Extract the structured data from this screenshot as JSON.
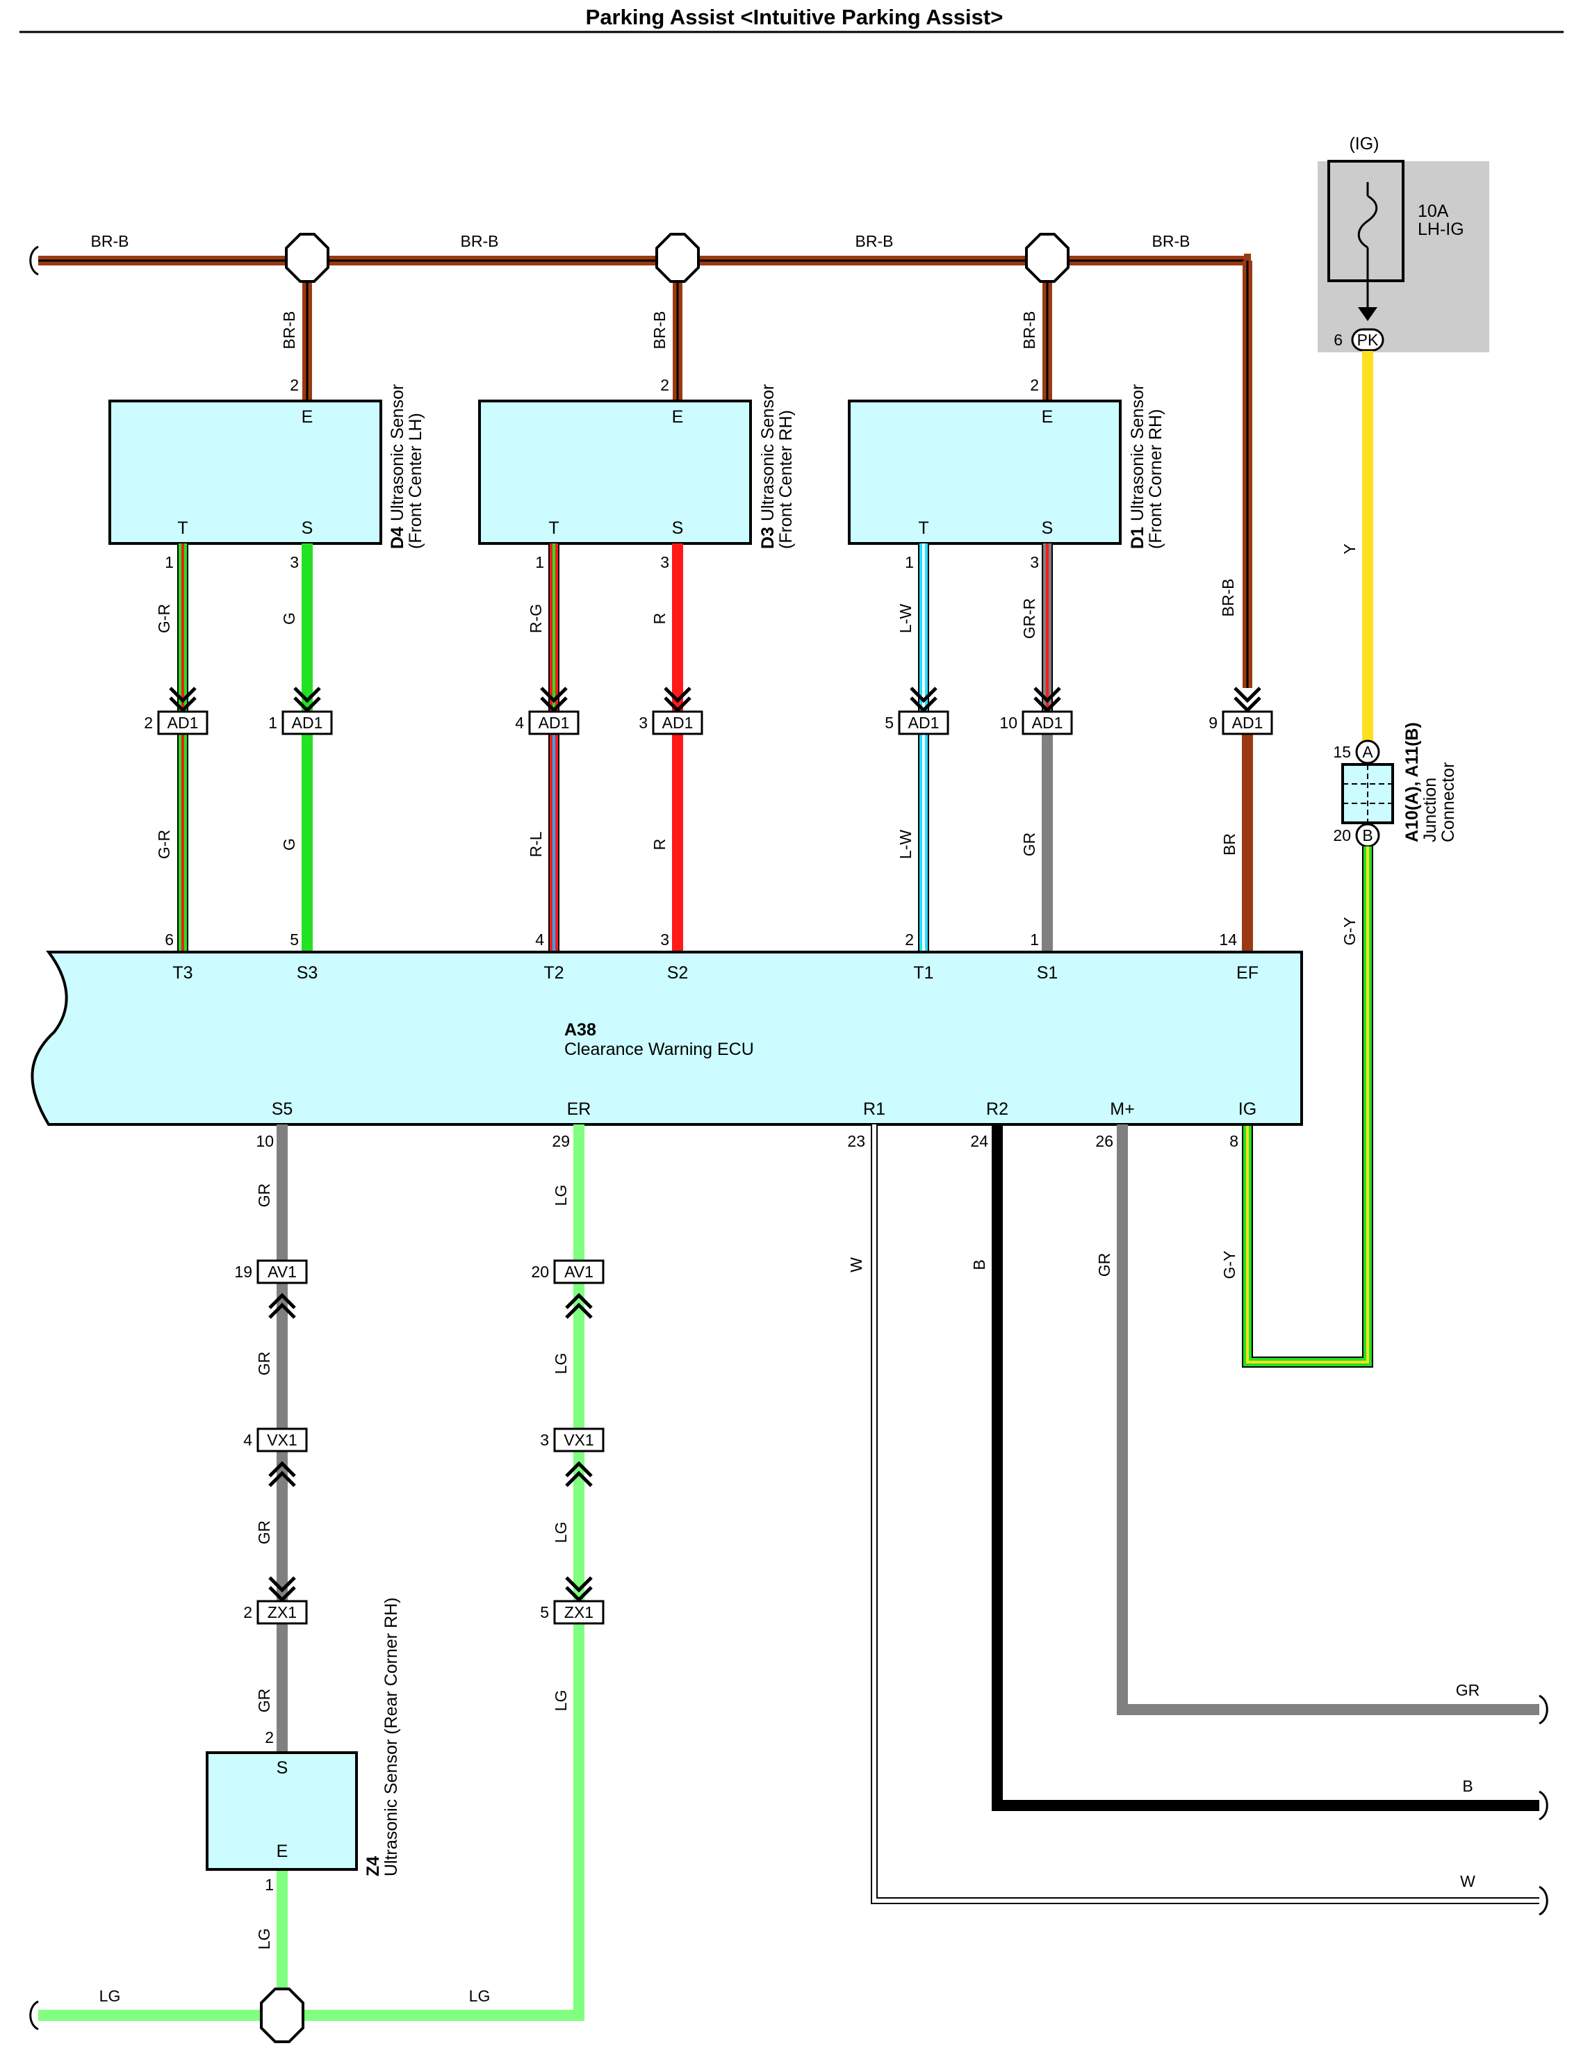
{
  "title": "Parking Assist <Intuitive Parking Assist>",
  "colors": {
    "BR": "#9a3a12",
    "G": "#22e222",
    "R": "#ff1a1a",
    "L": "#26ddff",
    "GR": "#808080",
    "Y": "#ffe020",
    "LG": "#80ff80",
    "W": "#ffffff",
    "B": "#000000",
    "box_fill": "#ccfcff",
    "fuse_bg": "#cccccc"
  },
  "fuse": {
    "group": "(IG)",
    "rating": "10A",
    "name": "LH-IG",
    "pin": "6",
    "connector": "PK"
  },
  "junction": {
    "code": "A10(A), A11(B)",
    "name_line1": "Junction",
    "name_line2": "Connector",
    "pin_a": "15",
    "letter_a": "A",
    "pin_b": "20",
    "letter_b": "B"
  },
  "sensors": {
    "d4": {
      "code": "D4",
      "name_line1": "Ultrasonic Sensor",
      "name_line2": "(Front Center LH)",
      "term_e": "E",
      "term_t": "T",
      "term_s": "S",
      "pin_e": "2",
      "pin_t": "1",
      "pin_s": "3"
    },
    "d3": {
      "code": "D3",
      "name_line1": "Ultrasonic Sensor",
      "name_line2": "(Front Center RH)",
      "term_e": "E",
      "term_t": "T",
      "term_s": "S",
      "pin_e": "2",
      "pin_t": "1",
      "pin_s": "3"
    },
    "d1": {
      "code": "D1",
      "name_line1": "Ultrasonic Sensor",
      "name_line2": "(Front Corner RH)",
      "term_e": "E",
      "term_t": "T",
      "term_s": "S",
      "pin_e": "2",
      "pin_t": "1",
      "pin_s": "3"
    },
    "z4": {
      "code": "Z4",
      "name": "Ultrasonic Sensor (Rear Corner RH)",
      "term_s": "S",
      "term_e": "E",
      "pin_s": "2",
      "pin_e": "1"
    }
  },
  "ecu": {
    "code": "A38",
    "name": "Clearance Warning ECU",
    "top_terms": [
      "T3",
      "S3",
      "T2",
      "S2",
      "T1",
      "S1",
      "EF"
    ],
    "top_pins": [
      "6",
      "5",
      "4",
      "3",
      "2",
      "1",
      "14"
    ],
    "bottom_terms": [
      "S5",
      "ER",
      "R1",
      "R2",
      "M+",
      "IG"
    ],
    "bottom_pins": [
      "10",
      "29",
      "23",
      "24",
      "26",
      "8"
    ]
  },
  "connectors": {
    "ad1": {
      "name": "AD1",
      "pins": [
        "2",
        "1",
        "4",
        "3",
        "5",
        "10",
        "9"
      ]
    },
    "av1": {
      "name": "AV1",
      "pins": [
        "19",
        "20"
      ]
    },
    "vx1": {
      "name": "VX1",
      "pins": [
        "4",
        "3"
      ]
    },
    "zx1": {
      "name": "ZX1",
      "pins": [
        "2",
        "5"
      ]
    }
  },
  "wire_labels": {
    "bus_top": "BR-B",
    "sensor_e": "BR-B",
    "ef_upper": "BR-B",
    "ef_lower": "BR",
    "t3_upper": "G-R",
    "t3_lower": "G-R",
    "s3_upper": "G",
    "s3_lower": "G",
    "t2_upper": "R-G",
    "t2_lower": "R-L",
    "s2_upper": "R",
    "s2_lower": "R",
    "t1_upper": "L-W",
    "t1_lower": "L-W",
    "s1_upper": "GR-R",
    "s1_lower": "GR",
    "y": "Y",
    "gy_upper": "G-Y",
    "gy_lower": "G-Y",
    "s5": "GR",
    "er": "LG",
    "r1": "W",
    "r2": "B",
    "mplus": "GR",
    "right_gr": "GR",
    "right_b": "B",
    "right_w": "W",
    "bus_bottom": "LG",
    "z4_e": "LG"
  }
}
